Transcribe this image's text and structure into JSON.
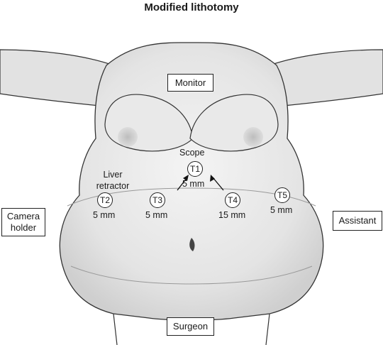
{
  "title": "Modified lithotomy",
  "boxes": {
    "monitor": "Monitor",
    "camera_holder": "Camera holder",
    "assistant": "Assistant",
    "surgeon": "Surgeon"
  },
  "labels": {
    "scope": "Scope",
    "liver_retractor_line1": "Liver",
    "liver_retractor_line2": "retractor"
  },
  "ports": [
    {
      "id": "T1",
      "size": "5 mm"
    },
    {
      "id": "T2",
      "size": "5 mm"
    },
    {
      "id": "T3",
      "size": "5 mm"
    },
    {
      "id": "T4",
      "size": "15 mm"
    },
    {
      "id": "T5",
      "size": "5 mm"
    }
  ]
}
